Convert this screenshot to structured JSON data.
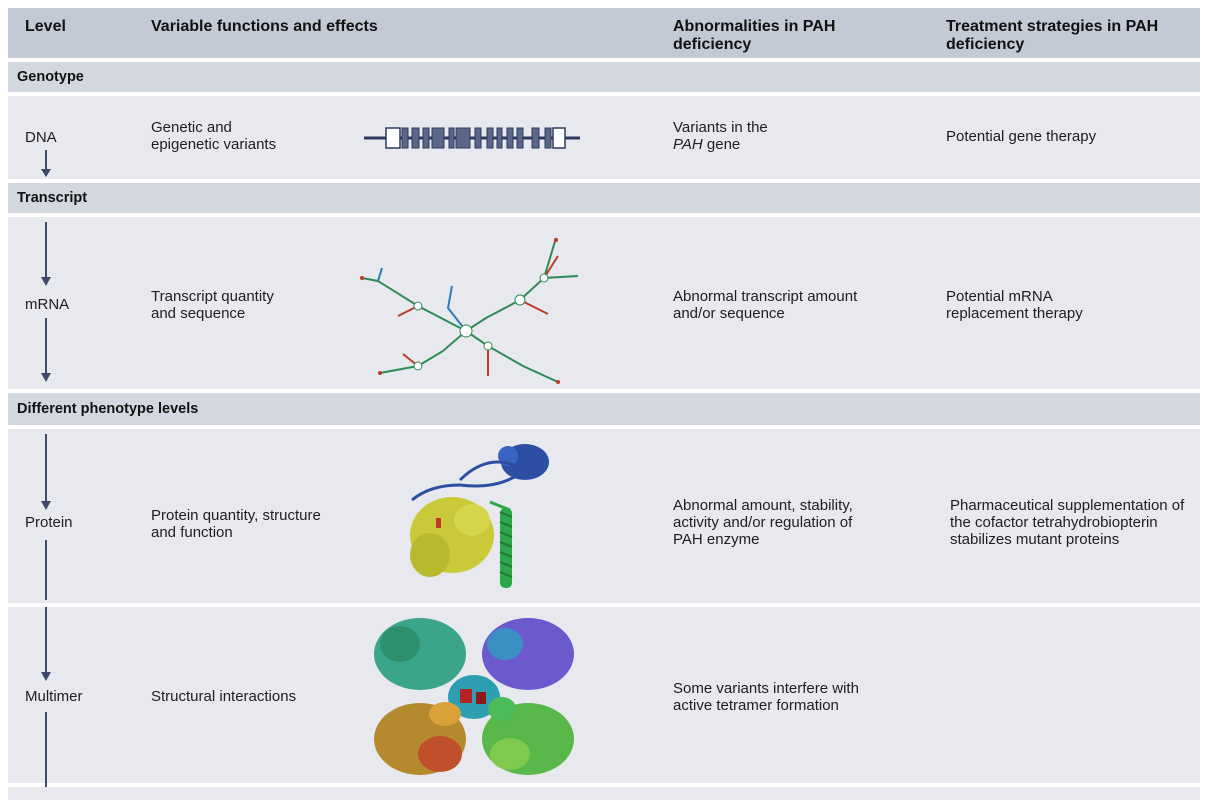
{
  "header": {
    "level": "Level",
    "functions": "Variable functions and effects",
    "abnormalities": "Abnormalities in PAH deficiency",
    "treatment": "Treatment strategies in PAH deficiency"
  },
  "sections": {
    "genotype": "Genotype",
    "transcript": "Transcript",
    "phenotype": "Different phenotype levels"
  },
  "rows": {
    "dna": {
      "level": "DNA",
      "function": "Genetic and epigenetic variants",
      "abnormality_prefix": "Variants in the",
      "abnormality_gene": "PAH",
      "abnormality_suffix": " gene",
      "treatment": "Potential gene therapy"
    },
    "mrna": {
      "level": "mRNA",
      "function": "Transcript quantity and sequence",
      "abnormality": "Abnormal transcript amount and/or sequence",
      "treatment": "Potential mRNA replacement therapy"
    },
    "protein": {
      "level": "Protein",
      "function": "Protein quantity, structure and function",
      "abnormality": "Abnormal amount, stability, activity and/or regulation of PAH enzyme",
      "treatment": "Pharmaceutical supplementation of the cofactor tetrahydrobiopterin stabilizes mutant proteins"
    },
    "multimer": {
      "level": "Multimer",
      "function": "Structural interactions",
      "abnormality": "Some variants interfere with active tetramer formation",
      "treatment": ""
    }
  },
  "colors": {
    "header_bg": "#c4c9d6",
    "section_bg": "#d3d7e0",
    "row_bg": "#e7e9ee",
    "arrow": "#3d4a6b",
    "exon": "#5b6788"
  }
}
